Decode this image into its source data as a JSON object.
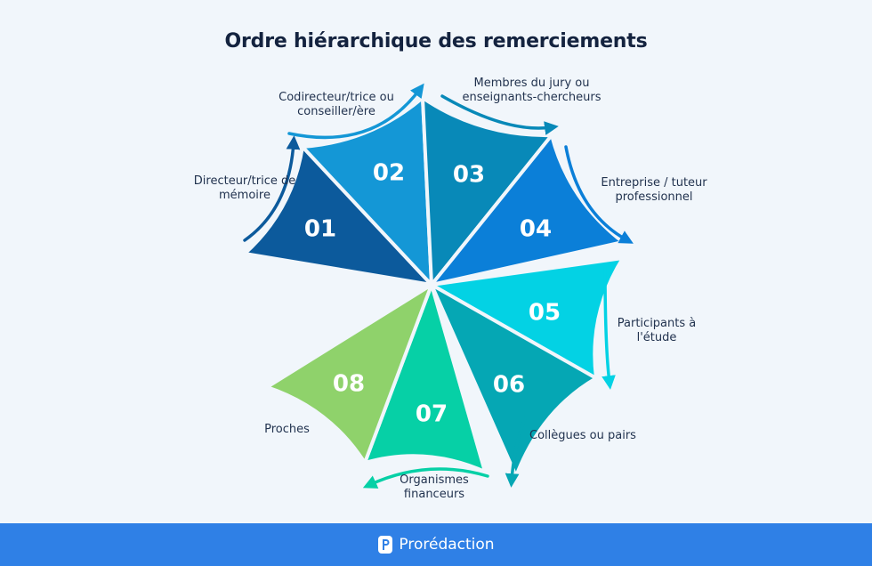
{
  "title": "Ordre hiérarchique des remerciements",
  "items": [
    {
      "number": "01",
      "label": "Directeur/trice de mémoire",
      "color": "#0c5a9c"
    },
    {
      "number": "02",
      "label": "Codirecteur/trice ou conseiller/ère",
      "color": "#1497d6"
    },
    {
      "number": "03",
      "label": "Membres du jury ou enseignants-chercheurs",
      "color": "#0889b8"
    },
    {
      "number": "04",
      "label": "Entreprise / tuteur professionnel",
      "color": "#0b7fd8"
    },
    {
      "number": "05",
      "label": "Participants à l'étude",
      "color": "#03d2e4"
    },
    {
      "number": "06",
      "label": "Collègues ou pairs",
      "color": "#05a7b4"
    },
    {
      "number": "07",
      "label": "Organismes financeurs",
      "color": "#06d0a6"
    },
    {
      "number": "08",
      "label": "Proches",
      "color": "#8fd26b"
    }
  ],
  "footer": {
    "brand": "Prorédaction",
    "icon": "proredaction-logo-icon",
    "background": "#2f80e6"
  }
}
